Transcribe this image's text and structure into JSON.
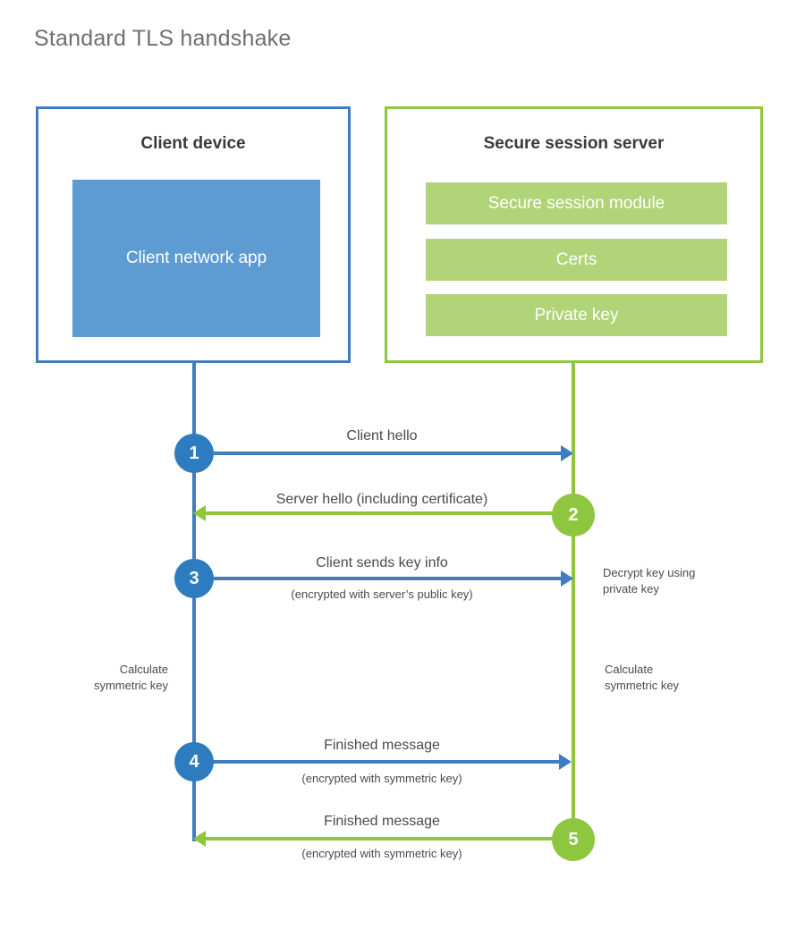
{
  "title": "Standard TLS handshake",
  "colors": {
    "client_accent": "#3f7cc0",
    "client_circle": "#2d7cc0",
    "client_app_fill": "#5e9bd3",
    "server_accent": "#8ec640",
    "server_block_fill": "#b0d477",
    "title_text": "#6f6f6f",
    "body_text": "#4a4a4a"
  },
  "parties": {
    "client": {
      "title": "Client device",
      "component": "Client network app"
    },
    "server": {
      "title": "Secure session server",
      "components": [
        "Secure session module",
        "Certs",
        "Private key"
      ]
    }
  },
  "steps": [
    {
      "number": "1",
      "label": "Client hello",
      "sublabel": "",
      "direction": "client-to-server",
      "color": "blue"
    },
    {
      "number": "2",
      "label": "Server hello (including certificate)",
      "sublabel": "",
      "direction": "server-to-client",
      "color": "green"
    },
    {
      "number": "3",
      "label": "Client sends key info",
      "sublabel": "(encrypted with server’s public key)",
      "direction": "client-to-server",
      "color": "blue"
    },
    {
      "number": "4",
      "label": "Finished message",
      "sublabel": "(encrypted with symmetric key)",
      "direction": "client-to-server",
      "color": "blue"
    },
    {
      "number": "5",
      "label": "Finished message",
      "sublabel": "(encrypted with symmetric key)",
      "direction": "server-to-client",
      "color": "green"
    }
  ],
  "notes": {
    "server_decrypt": "Decrypt key using\nprivate key",
    "server_decrypt_line1": "Decrypt key using",
    "server_decrypt_line2": "private key",
    "client_calculate_line1": "Calculate",
    "client_calculate_line2": "symmetric key",
    "server_calculate_line1": "Calculate",
    "server_calculate_line2": "symmetric key"
  }
}
